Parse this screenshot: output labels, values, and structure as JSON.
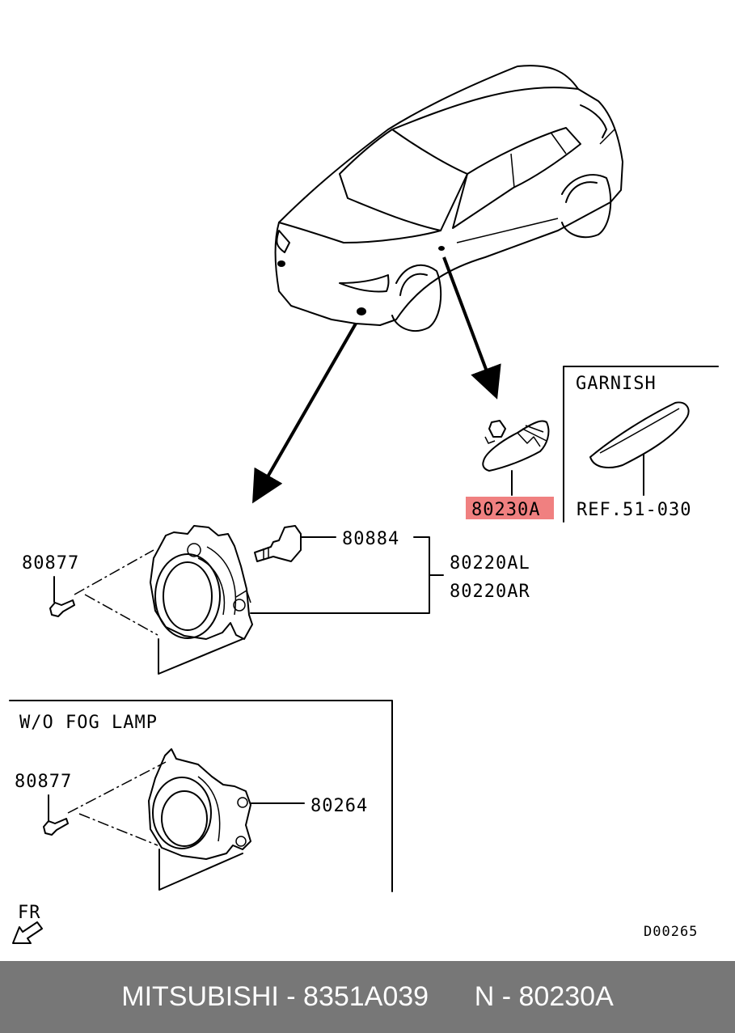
{
  "labels": {
    "garnish_title": "GARNISH",
    "part_80230A": "80230A",
    "ref": "REF.51-030",
    "part_80884": "80884",
    "part_80220AL": "80220AL",
    "part_80220AR": "80220AR",
    "part_80877_top": "80877",
    "wo_fog_title": "W/O FOG LAMP",
    "part_80877_bottom": "80877",
    "part_80264": "80264",
    "fr": "FR",
    "diagram_code": "D00265"
  },
  "footer": {
    "text": "MITSUBISHI - 8351A039      N - 80230A"
  },
  "colors": {
    "highlight": "#f08080",
    "footer_bg": "#777777",
    "footer_text": "#ffffff"
  }
}
